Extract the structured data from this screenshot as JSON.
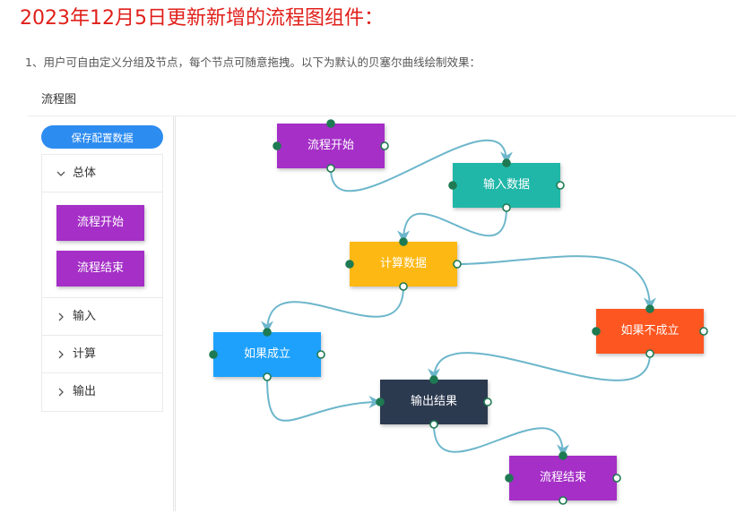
{
  "page": {
    "heading": "2023年12月5日更新新增的流程图组件：",
    "description": "1、用户可自由定义分组及节点，每个节点可随意拖拽。以下为默认的贝塞尔曲线绘制效果："
  },
  "panel": {
    "title": "流程图"
  },
  "sidebar": {
    "save_label": "保存配置数据",
    "groups": [
      {
        "label": "总体",
        "expanded": true,
        "items": [
          "流程开始",
          "流程结束"
        ]
      },
      {
        "label": "输入",
        "expanded": false
      },
      {
        "label": "计算",
        "expanded": false
      },
      {
        "label": "输出",
        "expanded": false
      }
    ]
  },
  "flow": {
    "nodes": [
      {
        "id": "start",
        "label": "流程开始",
        "color": "#a52fc7"
      },
      {
        "id": "input",
        "label": "输入数据",
        "color": "#20b7a8"
      },
      {
        "id": "calc",
        "label": "计算数据",
        "color": "#fdb813"
      },
      {
        "id": "fail",
        "label": "如果不成立",
        "color": "#fd5621"
      },
      {
        "id": "ok",
        "label": "如果成立",
        "color": "#1ea1fc"
      },
      {
        "id": "output",
        "label": "输出结果",
        "color": "#2c3a50"
      },
      {
        "id": "end",
        "label": "流程结束",
        "color": "#a52fc7"
      }
    ],
    "link_color": "#6cb6cb",
    "anchor_color": "#1e7a52"
  }
}
